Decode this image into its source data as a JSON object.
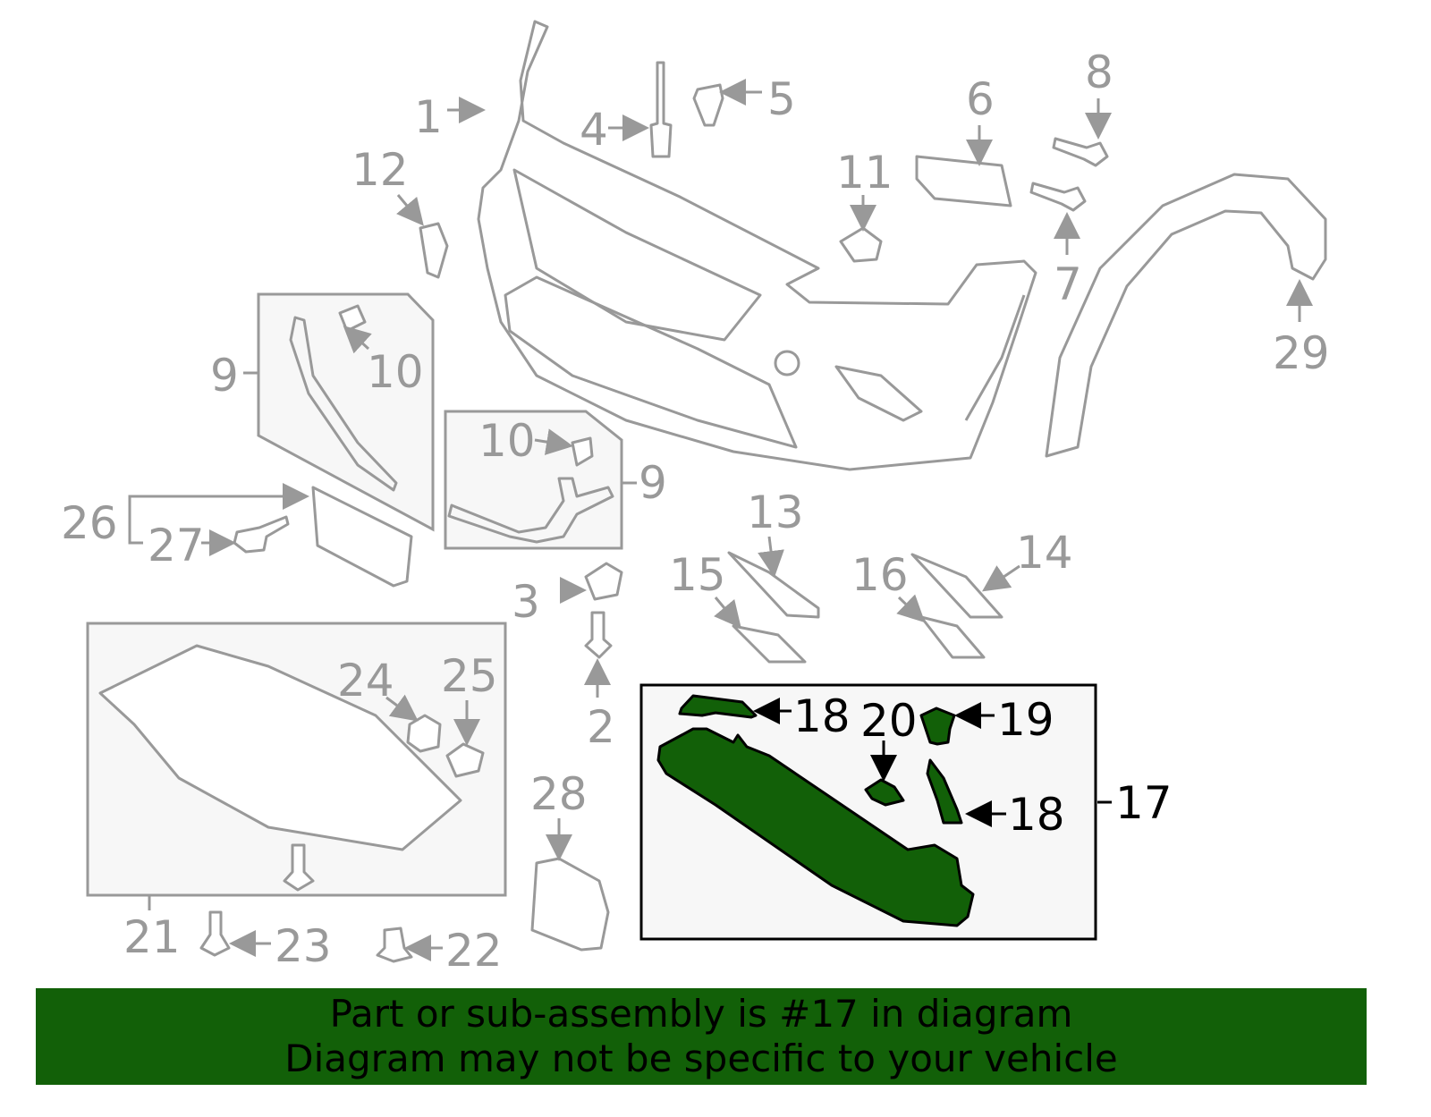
{
  "diagram": {
    "highlight_color": "#126008",
    "part_color": "#999999",
    "callouts": [
      "1",
      "2",
      "3",
      "4",
      "5",
      "6",
      "7",
      "8",
      "9",
      "9",
      "10",
      "10",
      "11",
      "12",
      "13",
      "14",
      "15",
      "16",
      "17",
      "18",
      "18",
      "19",
      "20",
      "21",
      "22",
      "23",
      "24",
      "25",
      "26",
      "27",
      "28",
      "29"
    ],
    "highlighted_part": "17"
  },
  "banner": {
    "background": "#126008",
    "line1": "Part or sub-assembly is #17 in diagram",
    "line2": "Diagram may not be specific to your vehicle"
  }
}
